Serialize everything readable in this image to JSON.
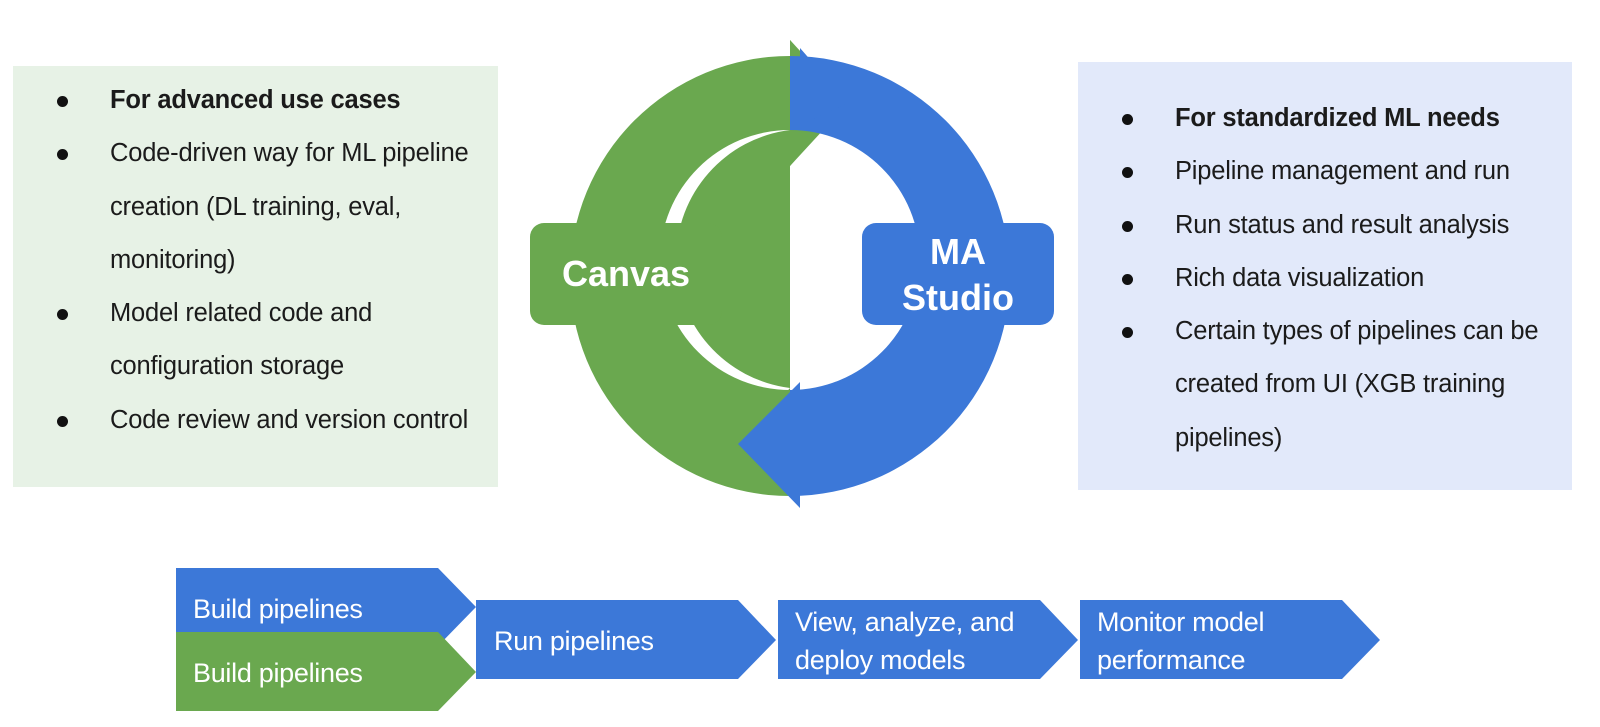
{
  "colors": {
    "green": "#6aa84f",
    "blue": "#3c78d8",
    "left_bg": "#e7f2e6",
    "right_bg": "#e2e9fa"
  },
  "left_panel": {
    "items": [
      "For advanced use cases",
      "Code-driven way for ML pipeline creation (DL training, eval, monitoring)",
      "Model related code and configuration storage",
      "Code review and version control"
    ]
  },
  "right_panel": {
    "items": [
      "For standardized ML needs",
      "Pipeline management and run",
      "Run status and result analysis",
      "Rich data visualization",
      "Certain types of pipelines can be created from UI (XGB training pipelines)"
    ]
  },
  "cycle": {
    "left_label": "Canvas",
    "right_label_line1": "MA",
    "right_label_line2": "Studio"
  },
  "steps": {
    "build_blue": "Build pipelines",
    "build_green": "Build pipelines",
    "run": "Run pipelines",
    "view_line1": "View, analyze,  and",
    "view_line2": "deploy models",
    "monitor_line1": "Monitor model",
    "monitor_line2": "performance"
  }
}
